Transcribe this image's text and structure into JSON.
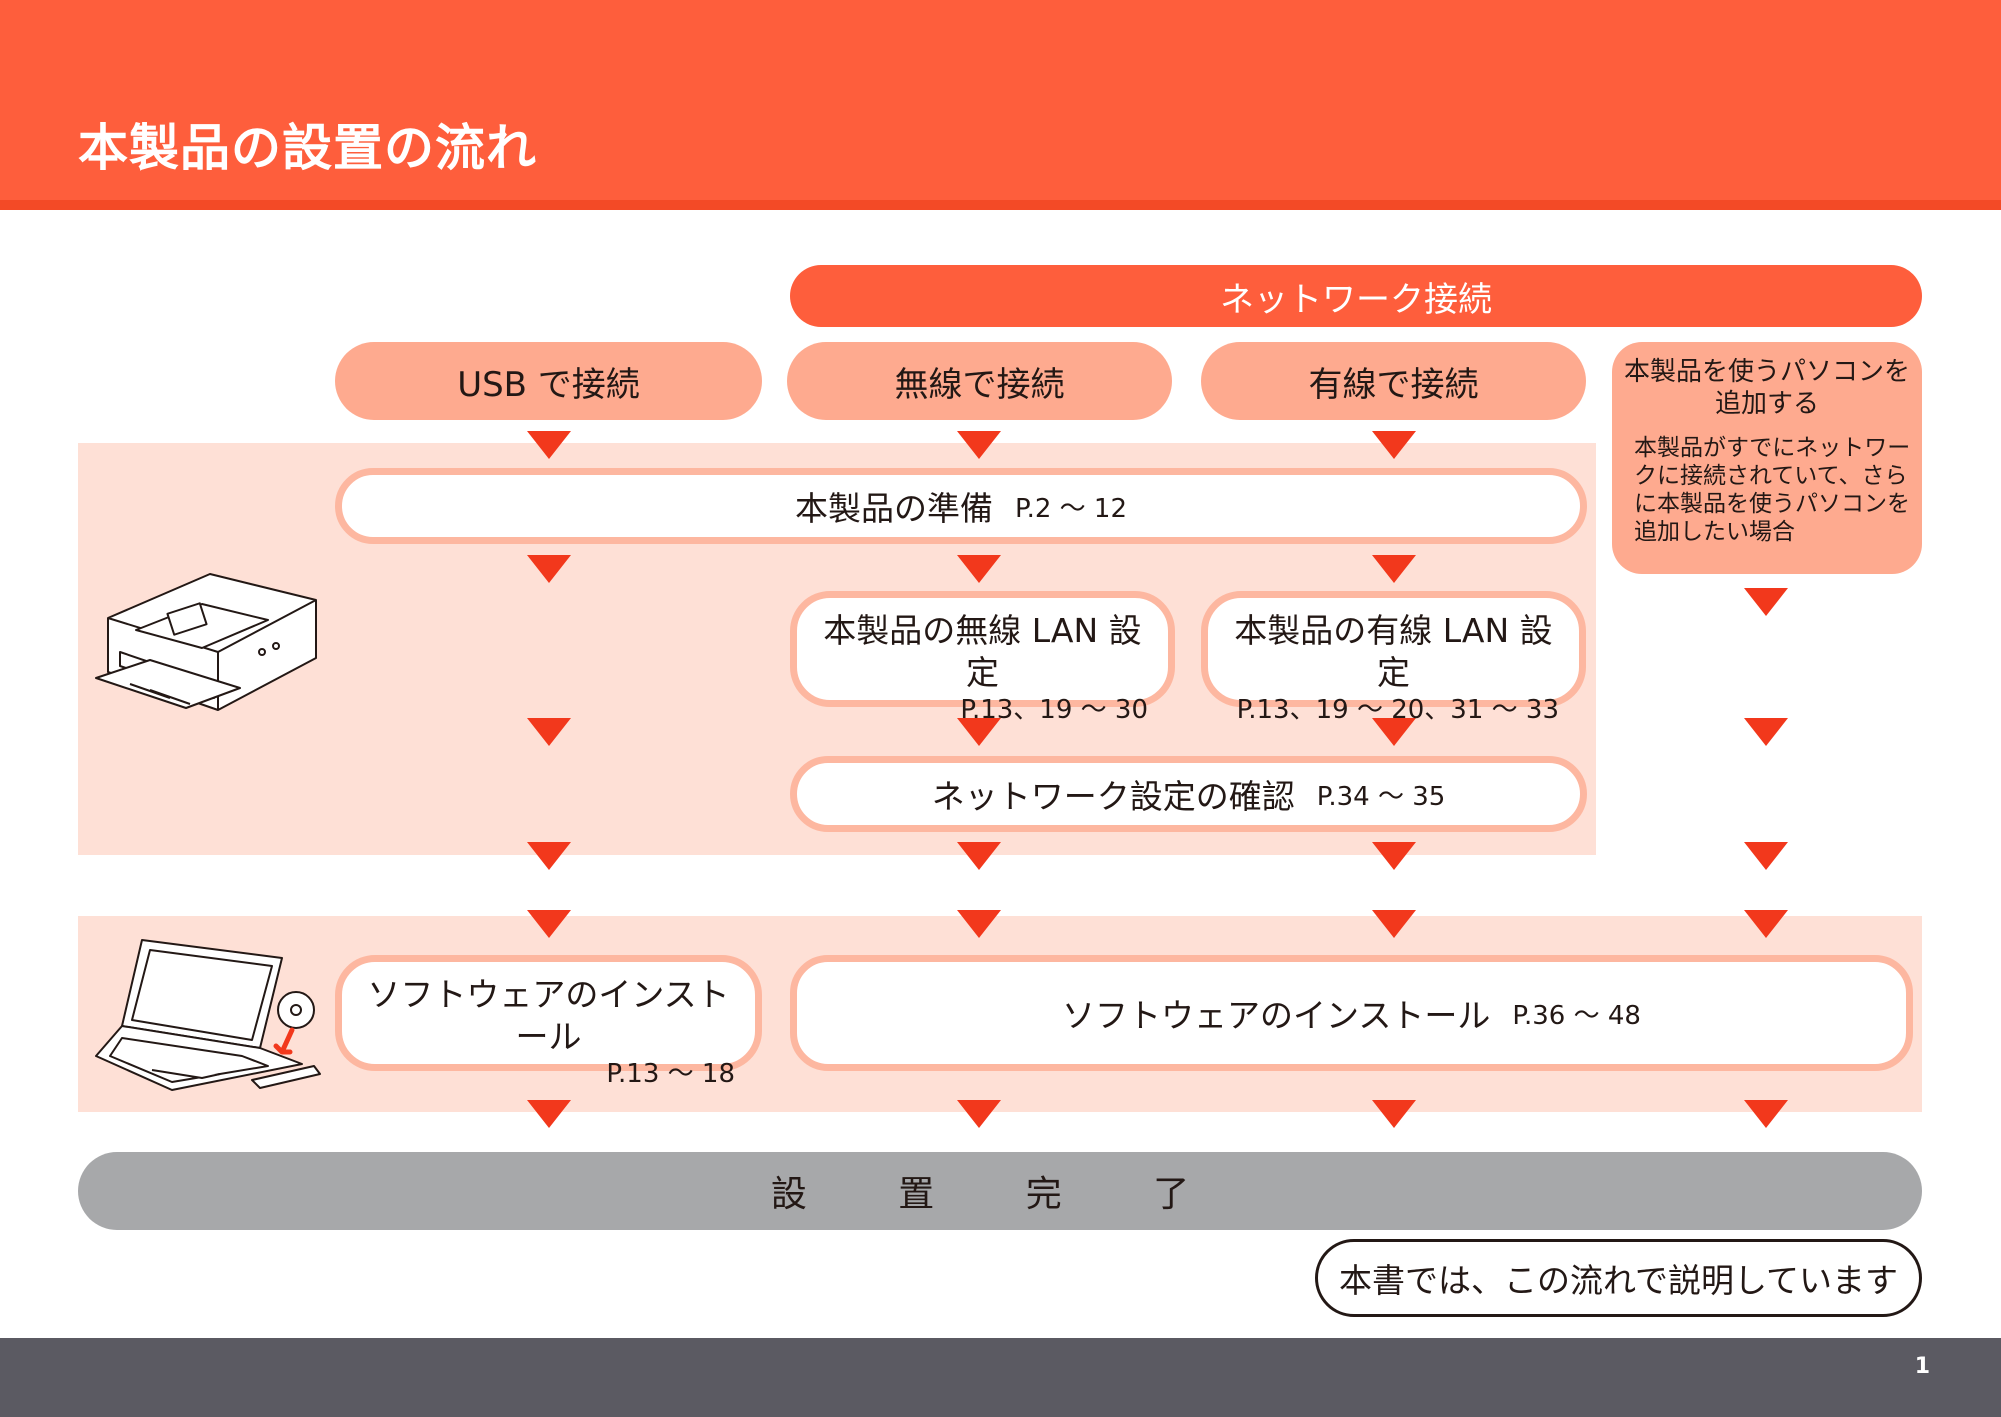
{
  "title": "本製品の設置の流れ",
  "page_number": "1",
  "network_label": "ネットワーク接続",
  "categories": {
    "usb": "USB で接続",
    "wireless": "無線で接続",
    "wired": "有線で接続",
    "add_pc_title": "本製品を使うパソコンを追加する",
    "add_pc_desc": "本製品がすでにネットワークに接続されていて、さらに本製品を使うパソコンを追加したい場合"
  },
  "steps": {
    "prepare": {
      "label": "本製品の準備",
      "ref": "P.2 ～ 12"
    },
    "wireless_lan": {
      "label": "本製品の無線 LAN 設定",
      "ref": "P.13、19 ～ 30"
    },
    "wired_lan": {
      "label": "本製品の有線 LAN 設定",
      "ref": "P.13、19 ～ 20、31 ～ 33"
    },
    "network_check": {
      "label": "ネットワーク設定の確認",
      "ref": "P.34 ～ 35"
    },
    "software_usb": {
      "label": "ソフトウェアのインストール",
      "ref": "P.13 ～ 18"
    },
    "software_network": {
      "label": "ソフトウェアのインストール",
      "ref": "P.36 ～ 48"
    }
  },
  "complete_label": "設 置 完 了",
  "note": "本書では、この流れで説明しています",
  "colors": {
    "header": "#fe5e3c",
    "category": "#feaa8f",
    "band": "#fee0d6",
    "arrow": "#f2381c",
    "complete": "#a7a8aa",
    "footer": "#5b5a62"
  }
}
